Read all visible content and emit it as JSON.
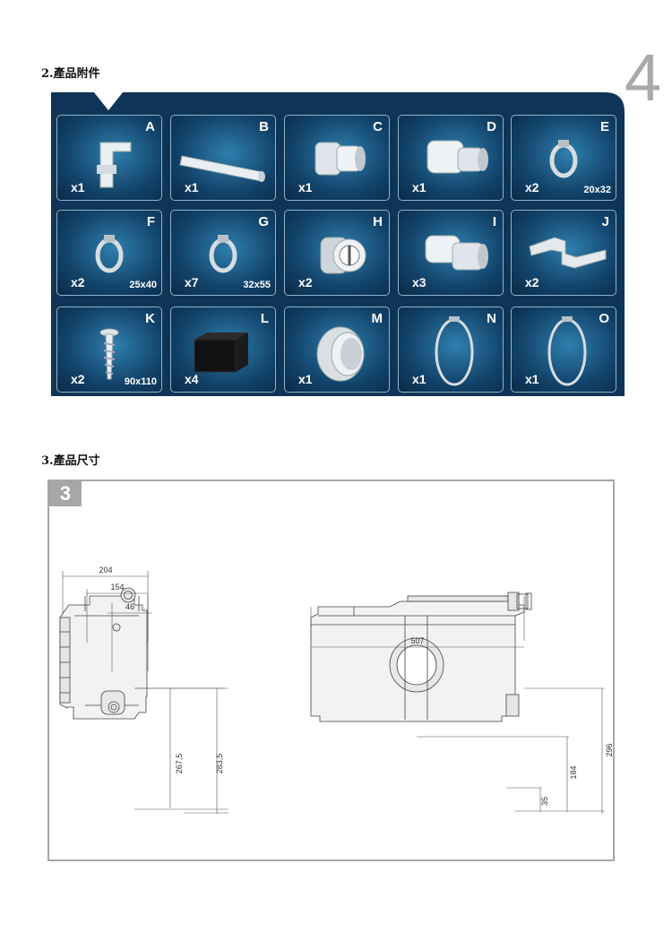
{
  "headings": {
    "accessories": "2.產品附件",
    "dimensions": "3.產品尺寸"
  },
  "page_number": "4",
  "accessories": [
    {
      "letter": "A",
      "qty": "x1",
      "size": "",
      "icon": "elbow-pipe-icon"
    },
    {
      "letter": "B",
      "qty": "x1",
      "size": "",
      "icon": "straight-pipe-icon"
    },
    {
      "letter": "C",
      "qty": "x1",
      "size": "",
      "icon": "connector-icon"
    },
    {
      "letter": "D",
      "qty": "x1",
      "size": "",
      "icon": "coupling-icon"
    },
    {
      "letter": "E",
      "qty": "x2",
      "size": "20x32",
      "icon": "hose-clamp-icon"
    },
    {
      "letter": "F",
      "qty": "x2",
      "size": "25x40",
      "icon": "hose-clamp-icon"
    },
    {
      "letter": "G",
      "qty": "x7",
      "size": "32x55",
      "icon": "hose-clamp-icon"
    },
    {
      "letter": "H",
      "qty": "x2",
      "size": "",
      "icon": "check-valve-icon"
    },
    {
      "letter": "I",
      "qty": "x3",
      "size": "",
      "icon": "reducer-icon"
    },
    {
      "letter": "J",
      "qty": "x2",
      "size": "",
      "icon": "bracket-icon"
    },
    {
      "letter": "K",
      "qty": "x2",
      "size": "90x110",
      "icon": "screw-icon"
    },
    {
      "letter": "L",
      "qty": "x4",
      "size": "",
      "icon": "rubber-pad-icon"
    },
    {
      "letter": "M",
      "qty": "x1",
      "size": "",
      "icon": "rubber-sleeve-icon"
    },
    {
      "letter": "N",
      "qty": "x1",
      "size": "",
      "icon": "large-clamp-icon"
    },
    {
      "letter": "O",
      "qty": "x1",
      "size": "",
      "icon": "large-clamp-icon"
    }
  ],
  "figure": {
    "badge": "3",
    "side_view": {
      "width_204": "204",
      "width_154": "154",
      "width_46": "46",
      "height_2675": "267,5",
      "height_2835": "283,5"
    },
    "front_view": {
      "width_507": "507",
      "height_296": "296",
      "height_184": "184",
      "height_35": "35"
    }
  },
  "colors": {
    "panel": "#0f3556",
    "tile_border": "#8fb3cc",
    "frame": "#a7a7a7"
  }
}
